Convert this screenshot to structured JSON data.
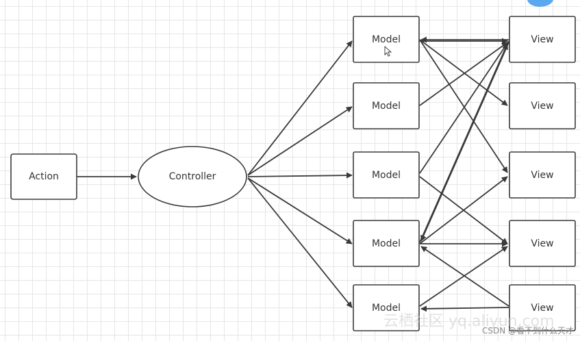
{
  "diagram": {
    "nodes": {
      "action": "Action",
      "controller": "Controller",
      "models": [
        "Model",
        "Model",
        "Model",
        "Model",
        "Model"
      ],
      "views": [
        "View",
        "View",
        "View",
        "View",
        "View"
      ]
    }
  },
  "watermark": {
    "site": "云栖社区 yq.aliyun.com",
    "credit": "CSDN @看不到什么天才"
  },
  "colors": {
    "stroke": "#3a3a3a",
    "grid": "#e6e6e6",
    "accent_blob": "#5aa9ef"
  }
}
